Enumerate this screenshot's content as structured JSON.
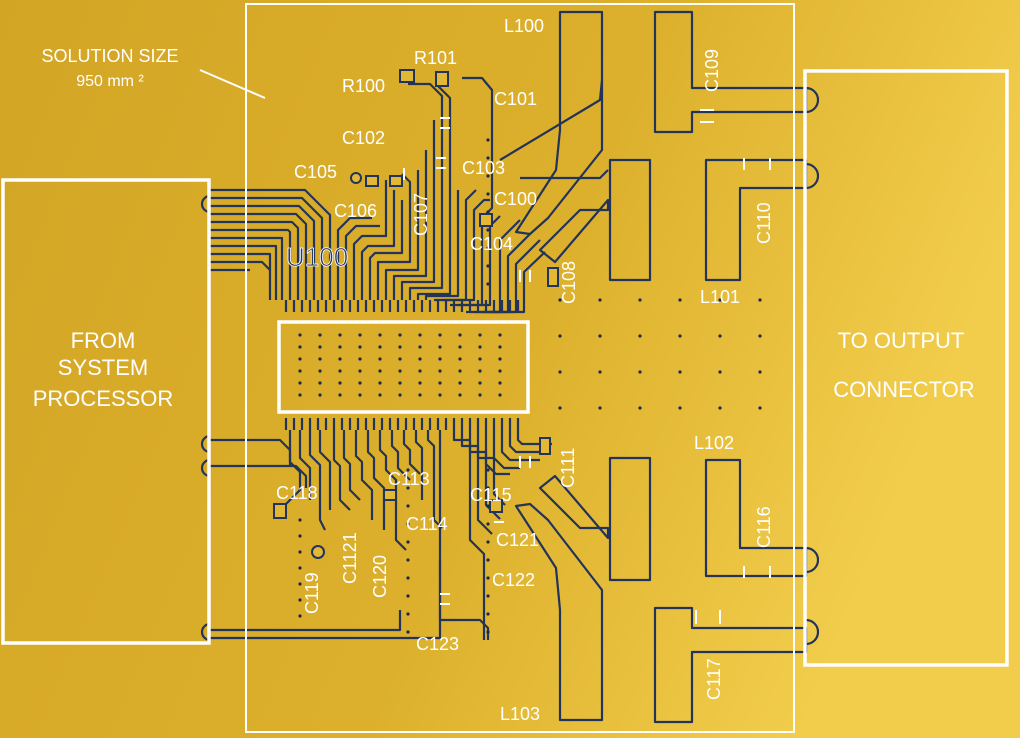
{
  "solution": {
    "line1": "SOLUTION SIZE",
    "line2": "950 mm ²"
  },
  "from_box": {
    "line1": "FROM",
    "line2": "SYSTEM",
    "line3": "PROCESSOR"
  },
  "to_box": {
    "line1": "TO OUTPUT",
    "line2": "CONNECTOR"
  },
  "ic_label": "U100",
  "colors": {
    "board": "#d9ad2a",
    "copper_dark": "#23345a",
    "silk": "#ffffff",
    "pad": "#e3b834"
  },
  "designators": {
    "L100": "L100",
    "L101": "L101",
    "L102": "L102",
    "L103": "L103",
    "R100": "R100",
    "R101": "R101",
    "C100": "C100",
    "C101": "C101",
    "C102": "C102",
    "C103": "C103",
    "C104": "C104",
    "C105": "C105",
    "C106": "C106",
    "C107": "C107",
    "C108": "C108",
    "C109": "C109",
    "C110": "C110",
    "C111": "C111",
    "C113": "C113",
    "C114": "C114",
    "C115": "C115",
    "C116": "C116",
    "C117": "C117",
    "C118": "C118",
    "C119": "C119",
    "C120": "C120",
    "C121": "C121",
    "C122": "C122",
    "C123": "C123",
    "C1121": "C1121"
  }
}
